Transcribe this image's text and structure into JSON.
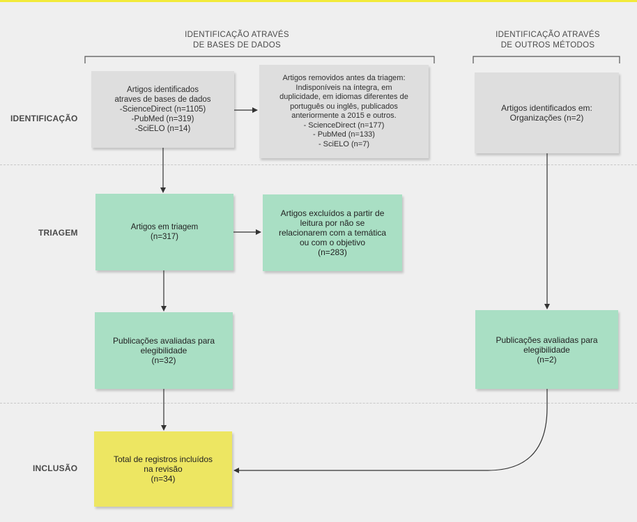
{
  "headers": {
    "databases": "IDENTIFICAÇÃO ATRAVÉS\nDE BASES DE DADOS",
    "other_methods": "IDENTIFICAÇÃO ATRAVÉS\nDE OUTROS MÉTODOS"
  },
  "row_labels": {
    "identification": "IDENTIFICAÇÃO",
    "screening": "TRIAGEM",
    "inclusion": "INCLUSÃO"
  },
  "boxes": {
    "identified_databases": "Artigos identificados\natraves de bases de dados\n-ScienceDirect (n=1105)\n-PubMed (n=319)\n-SciELO (n=14)",
    "removed_before_screening": "Artigos removidos antes da triagem:\nIndisponíveis na íntegra, em\nduplicidade, em idiomas diferentes de\nportuguês ou inglês, publicados\nanteriormente a 2015 e outros.\n- ScienceDirect (n=177)\n- PubMed (n=133)\n- SciELO (n=7)",
    "identified_other": "Artigos identificados em:\nOrganizações (n=2)",
    "in_screening": "Artigos em triagem\n(n=317)",
    "excluded": "Artigos excluídos a partir de\nleitura por não se\nrelacionarem com a temática\nou com o objetivo\n(n=283)",
    "eligibility_databases": "Publicações avaliadas para\nelegibilidade\n(n=32)",
    "eligibility_other": "Publicações avaliadas para\nelegibilidade\n(n=2)",
    "total_included": "Total de registros incluídos\nna revisão\n(n=34)"
  },
  "colors": {
    "gray_box": "#dedede",
    "green_box": "#a9dfc4",
    "yellow_box": "#ede662",
    "arrow": "#333333"
  }
}
